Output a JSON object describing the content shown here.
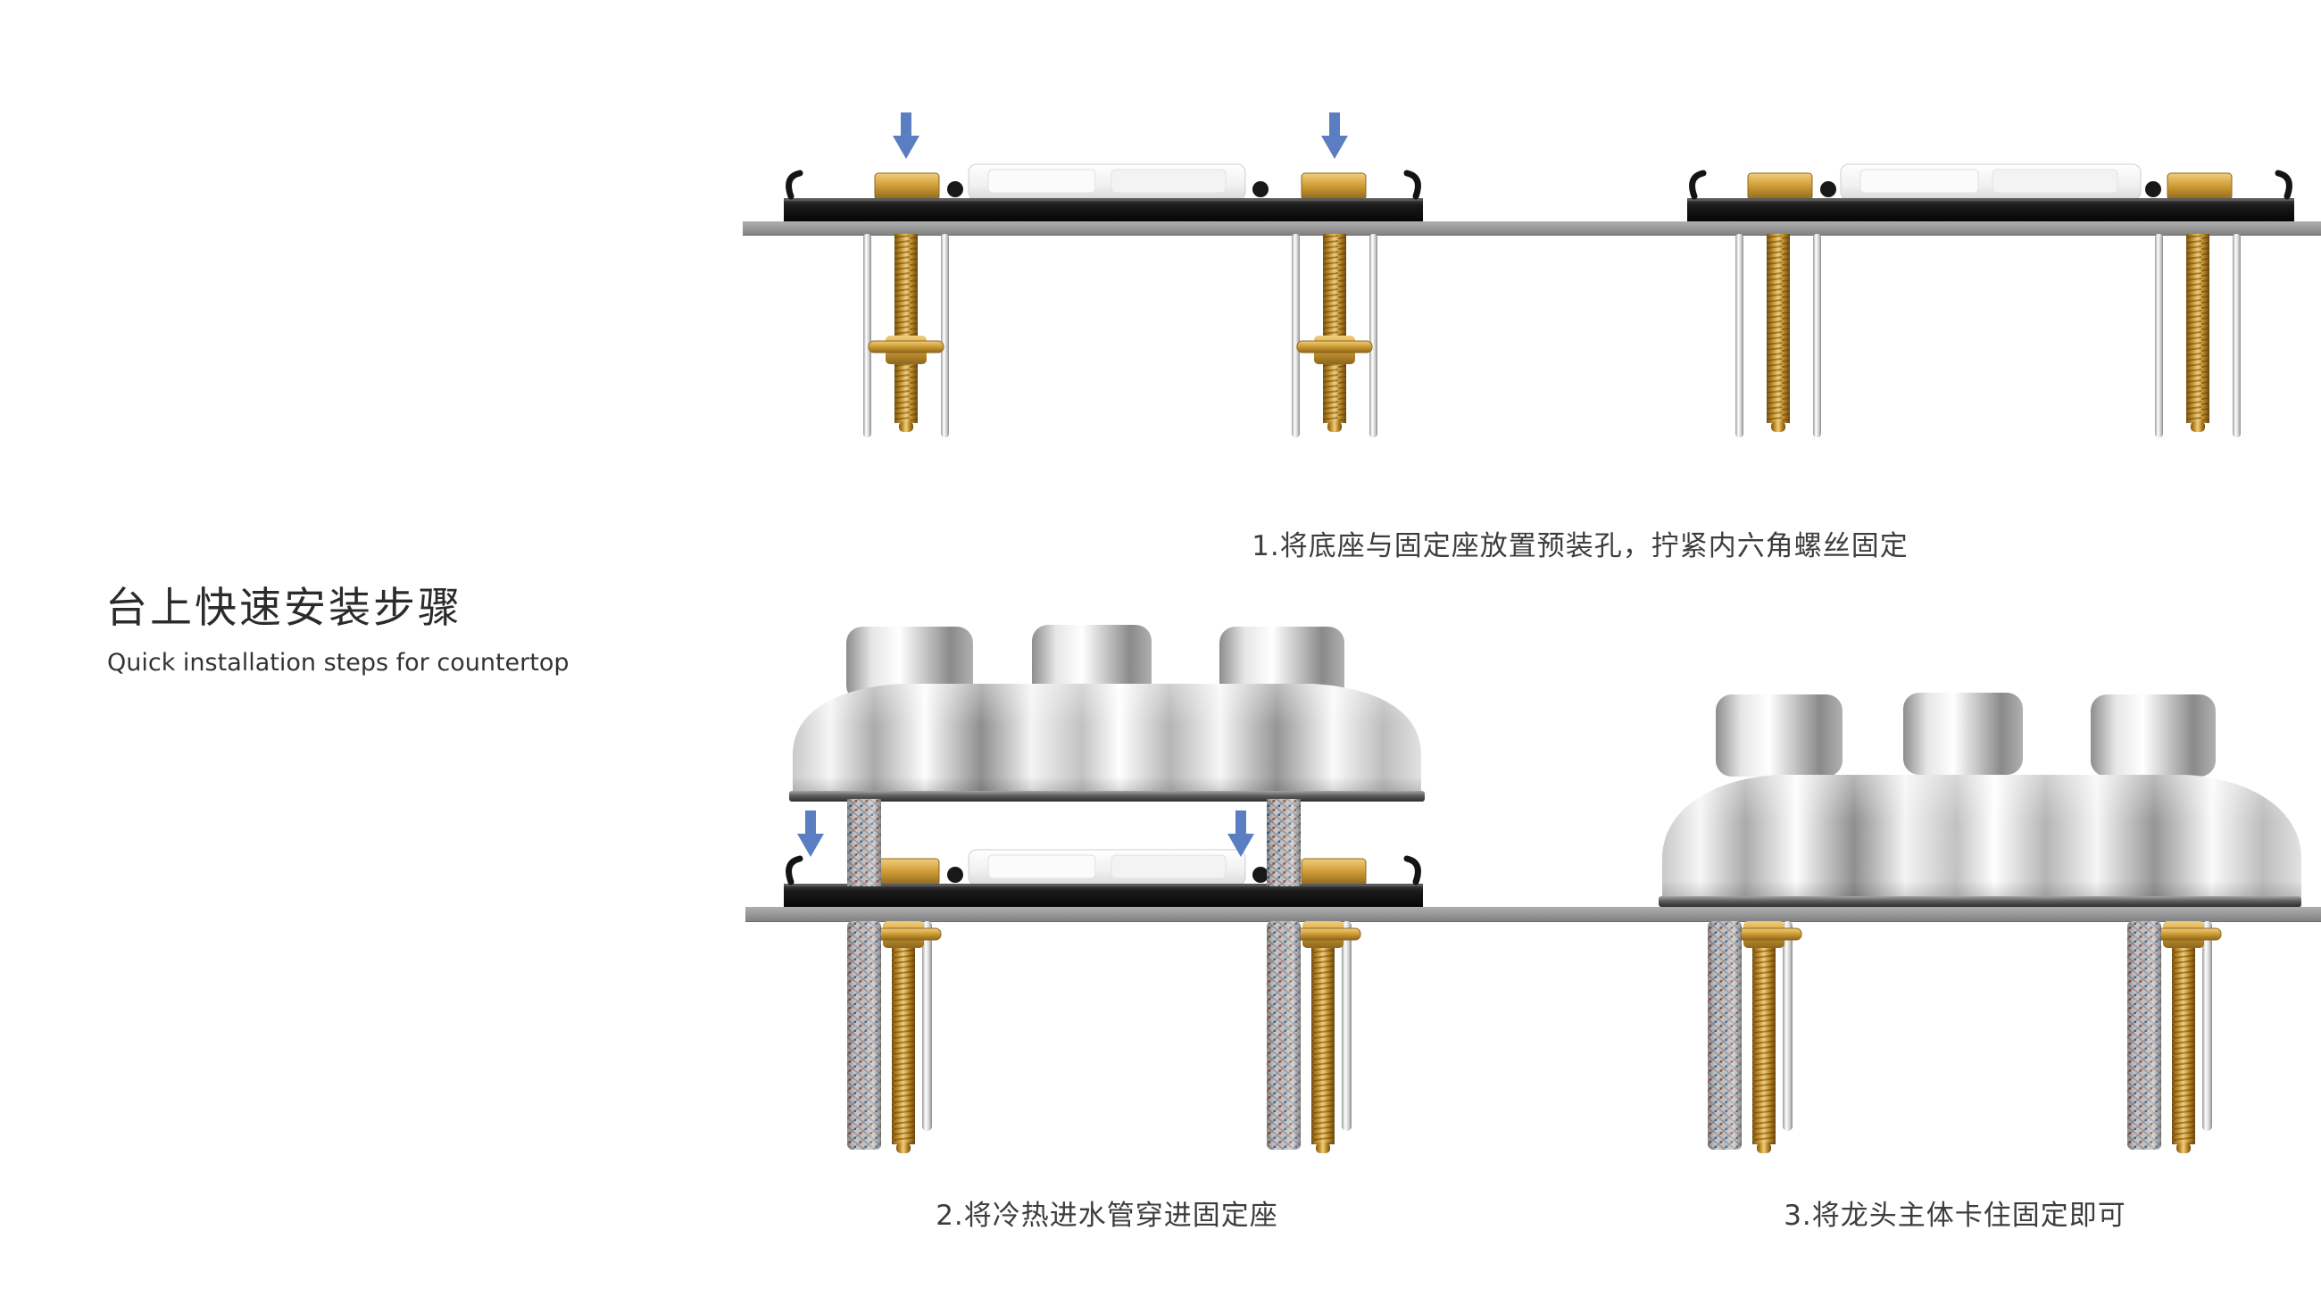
{
  "page": {
    "title": "台上快速安装步骤",
    "subtitle": "Quick installation steps for countertop"
  },
  "steps": [
    {
      "id": 1,
      "caption": "1.将底座与固定座放置预装孔，拧紧内六角螺丝固定"
    },
    {
      "id": 2,
      "caption": "2.将冷热进水管穿进固定座"
    },
    {
      "id": 3,
      "caption": "3.将龙头主体卡住固定即可"
    }
  ],
  "icons": {
    "arrow_down": "press-down-arrow-icon"
  },
  "colors": {
    "arrow_blue": "#5b7ec2",
    "brass": "#c8942f",
    "countertop_gray": "#9b9b9b",
    "plate_black": "#141414"
  }
}
